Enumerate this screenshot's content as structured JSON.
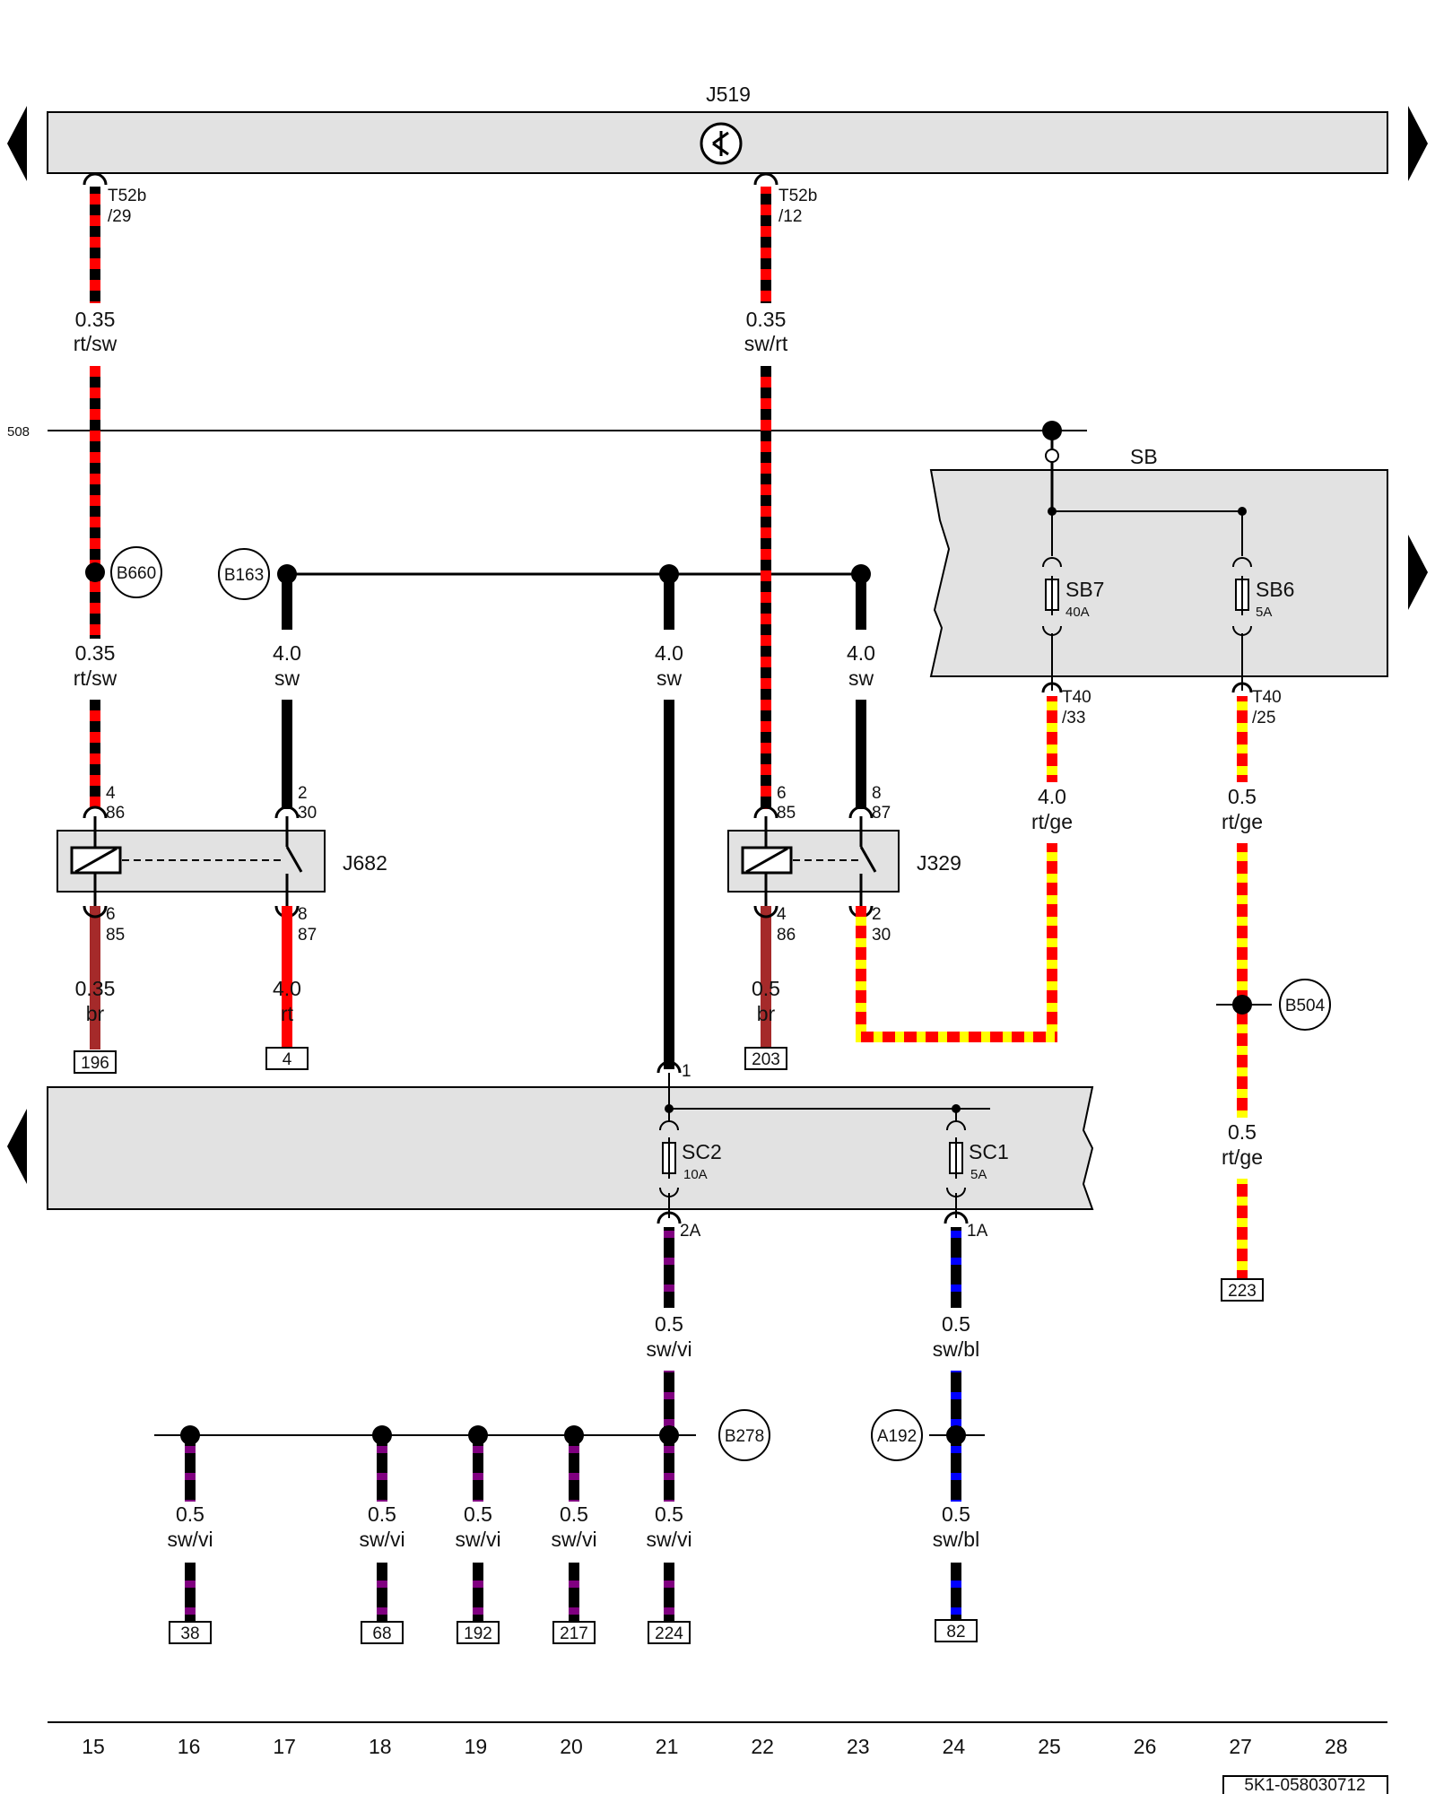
{
  "diagram": {
    "doc_code": "5K1-058030712",
    "side_ref": "508",
    "components": {
      "j519": "J519",
      "j682": "J682",
      "j329": "J329",
      "sb": "SB",
      "sb7": "SB7",
      "sb7_amp": "40A",
      "sb6": "SB6",
      "sb6_amp": "5A",
      "sc2": "SC2",
      "sc2_amp": "10A",
      "sc1": "SC1",
      "sc1_amp": "5A"
    },
    "grounds": {
      "b660": "B660",
      "b163": "B163",
      "b504": "B504",
      "b278": "B278",
      "a192": "A192"
    },
    "connectors": {
      "t52b_29_a": "T52b",
      "t52b_29_b": "/29",
      "t52b_12_a": "T52b",
      "t52b_12_b": "/12",
      "t40_33_a": "T40",
      "t40_33_b": "/33",
      "t40_25_a": "T40",
      "t40_25_b": "/25",
      "j682_p4": "4",
      "j682_p86": "86",
      "j682_p2": "2",
      "j682_p30": "30",
      "j682_p6": "6",
      "j682_p85": "85",
      "j682_p8": "8",
      "j682_p87": "87",
      "j329_p6": "6",
      "j329_p85": "85",
      "j329_p8": "8",
      "j329_p87": "87",
      "j329_p4": "4",
      "j329_p86": "86",
      "j329_p2": "2",
      "j329_p30": "30",
      "sc_in": "1",
      "sc2_out": "2A",
      "sc1_out": "1A"
    },
    "wires": {
      "w15a_g": "0.35",
      "w15a_c": "rt/sw",
      "w22a_g": "0.35",
      "w22a_c": "sw/rt",
      "w15b_g": "0.35",
      "w15b_c": "rt/sw",
      "w17_g": "4.0",
      "w17_c": "sw",
      "w21_g": "4.0",
      "w21_c": "sw",
      "w23_g": "4.0",
      "w23_c": "sw",
      "w25_g": "4.0",
      "w25_c": "rt/ge",
      "w27a_g": "0.5",
      "w27a_c": "rt/ge",
      "w15c_g": "0.35",
      "w15c_c": "br",
      "w17c_g": "4.0",
      "w17c_c": "rt",
      "w22c_g": "0.5",
      "w22c_c": "br",
      "w27b_g": "0.5",
      "w27b_c": "rt/ge",
      "w21d_g": "0.5",
      "w21d_c": "sw/vi",
      "w24d_g": "0.5",
      "w24d_c": "sw/bl",
      "w16_g": "0.5",
      "w16_c": "sw/vi",
      "w18_g": "0.5",
      "w18_c": "sw/vi",
      "w19_g": "0.5",
      "w19_c": "sw/vi",
      "w20_g": "0.5",
      "w20_c": "sw/vi",
      "w21e_g": "0.5",
      "w21e_c": "sw/vi",
      "w24e_g": "0.5",
      "w24e_c": "sw/bl"
    },
    "refs": {
      "r196": "196",
      "r4": "4",
      "r203": "203",
      "r223": "223",
      "r38": "38",
      "r68": "68",
      "r192": "192",
      "r217": "217",
      "r224": "224",
      "r82": "82"
    },
    "tracks": [
      "15",
      "16",
      "17",
      "18",
      "19",
      "20",
      "21",
      "22",
      "23",
      "24",
      "25",
      "26",
      "27",
      "28"
    ],
    "colors": {
      "rt": "#ff0000",
      "sw": "#000000",
      "ge": "#ffff00",
      "br": "#a52a2a",
      "vi": "#800080",
      "bl": "#0000ff",
      "panel": "#e2e2e2"
    }
  }
}
